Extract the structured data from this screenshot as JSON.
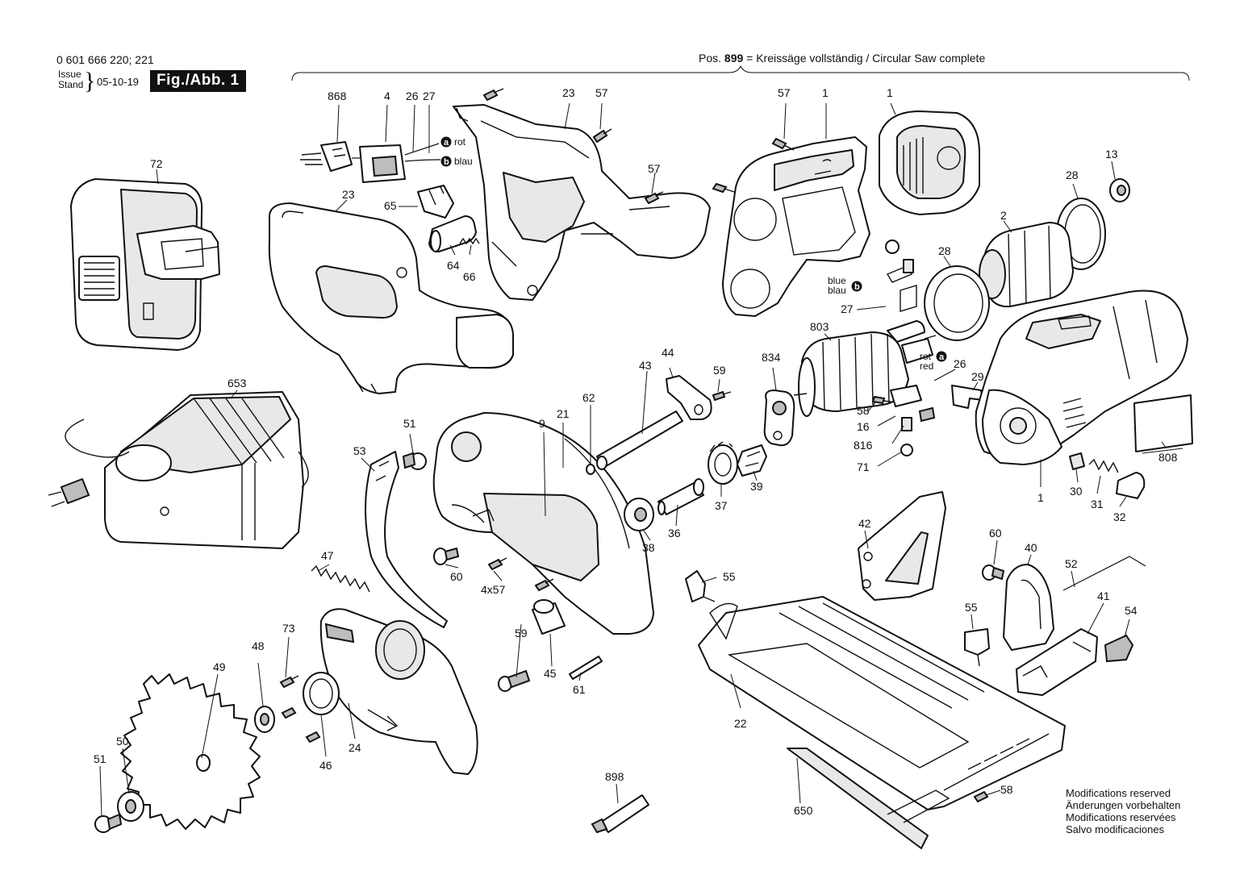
{
  "header": {
    "doc_number": "0 601 666 220; 221",
    "issue_label_1": "Issue",
    "issue_label_2": "Stand",
    "issue_date": "05-10-19",
    "figure_label": "Fig./Abb. 1",
    "position_prefix": "Pos.",
    "position_number": "899",
    "position_text": "= Kreissäge vollständig / Circular Saw complete"
  },
  "footer": {
    "lines": [
      "Modifications reserved",
      "Änderungen vorbehalten",
      "Modifications reservées",
      "Salvo modificaciones"
    ]
  },
  "wire_labels": {
    "a_marker": "a",
    "b_marker": "b",
    "rot": "rot",
    "blau": "blau",
    "blue": "blue",
    "blau2": "blau",
    "rot2": "rot",
    "red": "red"
  },
  "callouts": [
    {
      "id": "c868",
      "text": "868"
    },
    {
      "id": "c4",
      "text": "4"
    },
    {
      "id": "c26a",
      "text": "26"
    },
    {
      "id": "c27a",
      "text": "27"
    },
    {
      "id": "c23a",
      "text": "23"
    },
    {
      "id": "c57a",
      "text": "57"
    },
    {
      "id": "c57b",
      "text": "57"
    },
    {
      "id": "c57c",
      "text": "57"
    },
    {
      "id": "c1a",
      "text": "1"
    },
    {
      "id": "c1b",
      "text": "1"
    },
    {
      "id": "c13",
      "text": "13"
    },
    {
      "id": "c28a",
      "text": "28"
    },
    {
      "id": "c2",
      "text": "2"
    },
    {
      "id": "c72",
      "text": "72"
    },
    {
      "id": "c23b",
      "text": "23"
    },
    {
      "id": "c65",
      "text": "65"
    },
    {
      "id": "c64",
      "text": "64"
    },
    {
      "id": "c66",
      "text": "66"
    },
    {
      "id": "c28b",
      "text": "28"
    },
    {
      "id": "c27b",
      "text": "27"
    },
    {
      "id": "c803",
      "text": "803"
    },
    {
      "id": "c834",
      "text": "834"
    },
    {
      "id": "c26b",
      "text": "26"
    },
    {
      "id": "c29",
      "text": "29"
    },
    {
      "id": "c58a",
      "text": "58"
    },
    {
      "id": "c16",
      "text": "16"
    },
    {
      "id": "c816",
      "text": "816"
    },
    {
      "id": "c71",
      "text": "71"
    },
    {
      "id": "c44",
      "text": "44"
    },
    {
      "id": "c43",
      "text": "43"
    },
    {
      "id": "c59a",
      "text": "59"
    },
    {
      "id": "c62",
      "text": "62"
    },
    {
      "id": "c21",
      "text": "21"
    },
    {
      "id": "c9",
      "text": "9"
    },
    {
      "id": "c51a",
      "text": "51"
    },
    {
      "id": "c53",
      "text": "53"
    },
    {
      "id": "c653",
      "text": "653"
    },
    {
      "id": "c39",
      "text": "39"
    },
    {
      "id": "c37",
      "text": "37"
    },
    {
      "id": "c36",
      "text": "36"
    },
    {
      "id": "c38",
      "text": "38"
    },
    {
      "id": "c60a",
      "text": "60"
    },
    {
      "id": "c4x57",
      "text": "4x57"
    },
    {
      "id": "c30",
      "text": "30"
    },
    {
      "id": "c31",
      "text": "31"
    },
    {
      "id": "c32",
      "text": "32"
    },
    {
      "id": "c1c",
      "text": "1"
    },
    {
      "id": "c808",
      "text": "808"
    },
    {
      "id": "c42",
      "text": "42"
    },
    {
      "id": "c60b",
      "text": "60"
    },
    {
      "id": "c40",
      "text": "40"
    },
    {
      "id": "c52",
      "text": "52"
    },
    {
      "id": "c47",
      "text": "47"
    },
    {
      "id": "c55a",
      "text": "55"
    },
    {
      "id": "c55b",
      "text": "55"
    },
    {
      "id": "c41",
      "text": "41"
    },
    {
      "id": "c54",
      "text": "54"
    },
    {
      "id": "c73",
      "text": "73"
    },
    {
      "id": "c48",
      "text": "48"
    },
    {
      "id": "c49",
      "text": "49"
    },
    {
      "id": "c59b",
      "text": "59"
    },
    {
      "id": "c45",
      "text": "45"
    },
    {
      "id": "c61",
      "text": "61"
    },
    {
      "id": "c22",
      "text": "22"
    },
    {
      "id": "c24",
      "text": "24"
    },
    {
      "id": "c46",
      "text": "46"
    },
    {
      "id": "c51b",
      "text": "51"
    },
    {
      "id": "c50",
      "text": "50"
    },
    {
      "id": "c898",
      "text": "898"
    },
    {
      "id": "c650",
      "text": "650"
    },
    {
      "id": "c58b",
      "text": "58"
    }
  ]
}
